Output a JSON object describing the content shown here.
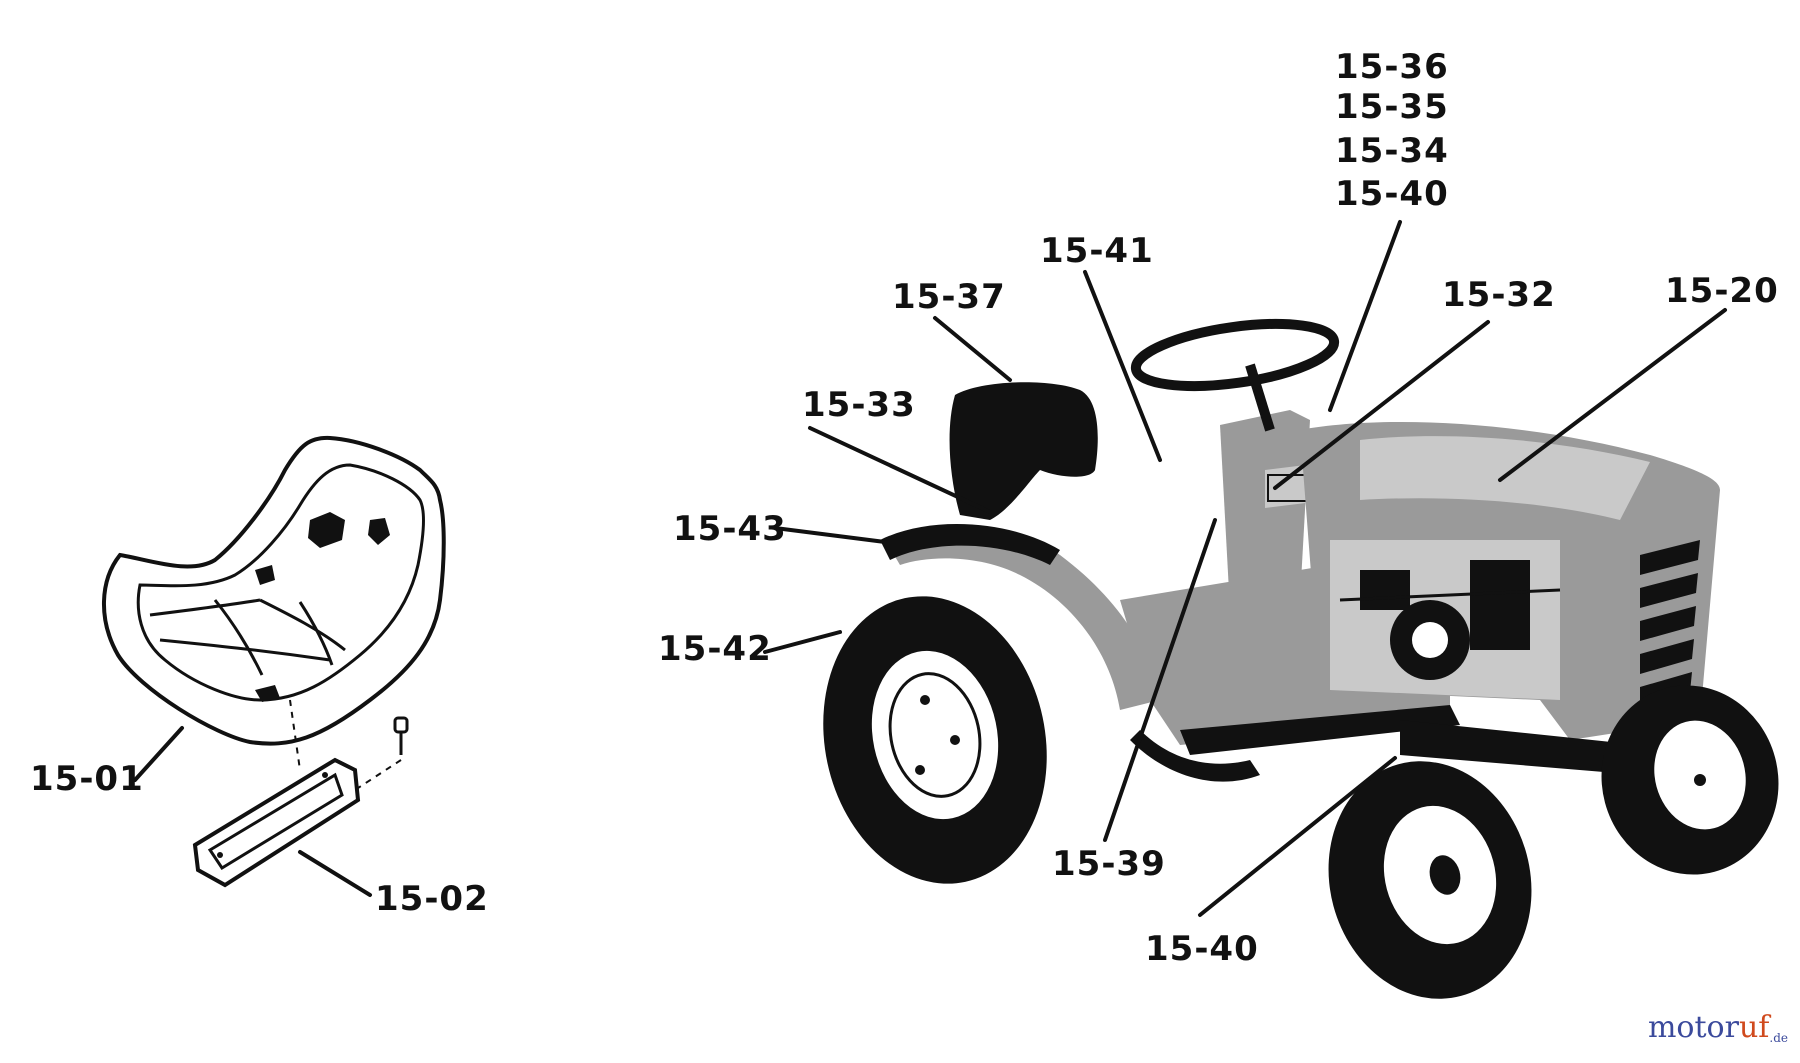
{
  "diagram": {
    "labels": {
      "l_15_36": "15-36",
      "l_15_35": "15-35",
      "l_15_34": "15-34",
      "l_15_40_top": "15-40",
      "l_15_41": "15-41",
      "l_15_37": "15-37",
      "l_15_32": "15-32",
      "l_15_20": "15-20",
      "l_15_33": "15-33",
      "l_15_43": "15-43",
      "l_15_42": "15-42",
      "l_15_01": "15-01",
      "l_15_02": "15-02",
      "l_15_39": "15-39",
      "l_15_40_bottom": "15-40"
    }
  },
  "watermark": {
    "part1": "motor",
    "part2": "uf",
    "part3": ".de"
  }
}
